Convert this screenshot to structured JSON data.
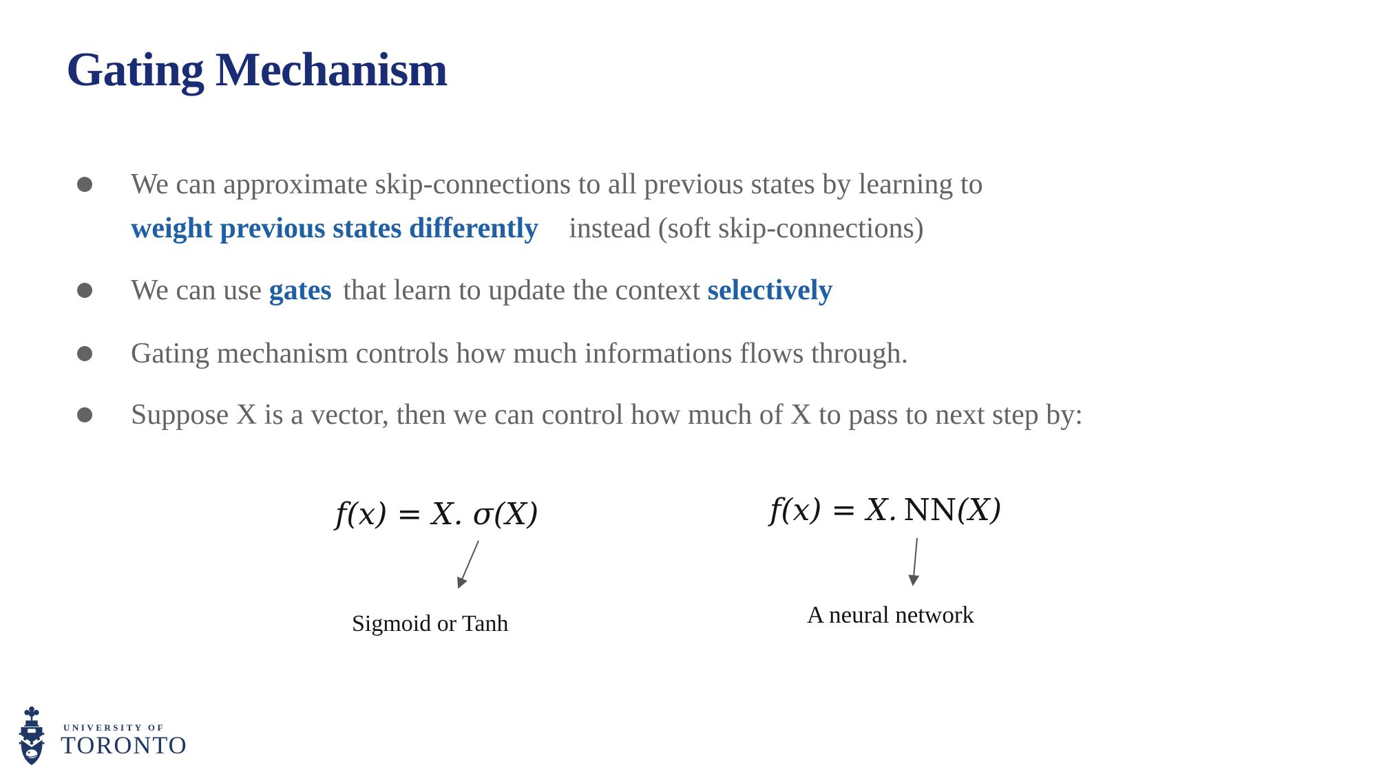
{
  "colors": {
    "title_navy": "#1a2d74",
    "body_gray": "#636363",
    "accent_blue": "#1f5fa4",
    "formula_black": "#141414",
    "logo_navy": "#1e3765",
    "arrow_gray": "#555555",
    "background": "#ffffff"
  },
  "title": "Gating Mechanism",
  "bullets": {
    "b1": {
      "line1": "We can approximate skip-connections to all previous states by learning to",
      "highlight": "weight previous states differently",
      "rest": "instead (soft skip-connections)"
    },
    "b2": {
      "pre": "We can use ",
      "gate1": "gates",
      "mid": " that learn to update the context ",
      "gate2": "selectively"
    },
    "b3": "Gating mechanism controls how much informations flows through.",
    "b4": "Suppose X is a vector, then we can control how much of X to pass to next step by:"
  },
  "formulas": {
    "f1": {
      "text": "f(x) = X. σ(X)",
      "label": "Sigmoid or Tanh"
    },
    "f2": {
      "pre": "f(x) = X.",
      "nn": "NN",
      "post": "(X)",
      "label": "A neural network"
    }
  },
  "logo": {
    "line1": "UNIVERSITY OF",
    "line2": "TORONTO"
  }
}
